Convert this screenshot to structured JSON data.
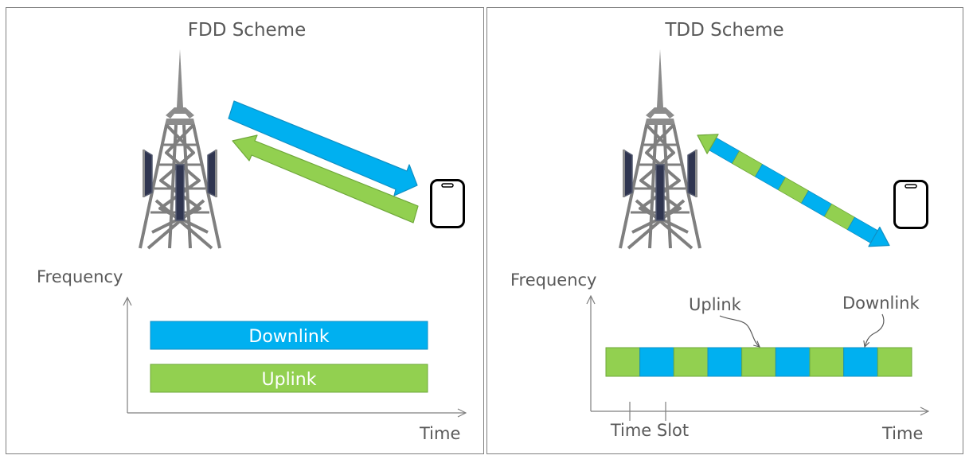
{
  "fdd": {
    "title": "FDD Scheme",
    "y_axis_label": "Frequency",
    "x_axis_label": "Time",
    "downlink_label": "Downlink",
    "uplink_label": "Uplink"
  },
  "tdd": {
    "title": "TDD Scheme",
    "y_axis_label": "Frequency",
    "x_axis_label": "Time",
    "uplink_callout": "Uplink",
    "downlink_callout": "Downlink",
    "time_slot_label": "Time Slot",
    "slot_pattern": [
      "uplink",
      "downlink",
      "uplink",
      "downlink",
      "uplink",
      "downlink",
      "uplink",
      "downlink",
      "uplink"
    ]
  },
  "colors": {
    "downlink": "#00b0f0",
    "uplink": "#92d050",
    "tower": "#7f7f7f",
    "antenna": "#2f3550",
    "panel_border": "#7f7f7f",
    "label_text": "#595959"
  },
  "icons": {
    "tower": "cell-tower-icon",
    "phone": "smartphone-icon"
  }
}
